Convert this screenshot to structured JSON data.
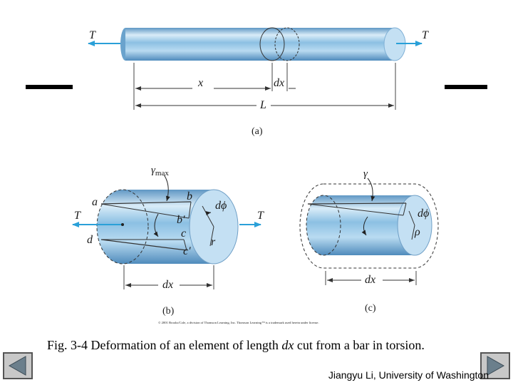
{
  "labels": {
    "T": "T",
    "x": "x",
    "dx": "dx",
    "L": "L",
    "a": "a",
    "b": "b",
    "b_prime": "b′",
    "c": "c",
    "c_prime": "c′",
    "d": "d",
    "r": "r",
    "rho": "ρ",
    "gamma": "γ",
    "gamma_max_symbol": "γ",
    "gamma_max_sub": "max",
    "dphi": "dϕ",
    "panel_a": "(a)",
    "panel_b": "(b)",
    "panel_c": "(c)"
  },
  "copyright": "© 2001 Brooks/Cole, a division of Thomson Learning, Inc. Thomson Learning™ is a trademark used herein under license.",
  "caption": {
    "prefix": "Fig. 3-4  Deformation of an element of length ",
    "var": "dx",
    "suffix": " cut from a bar in torsion."
  },
  "footer": "Jiangyu Li, University of Washington",
  "colors": {
    "arrow": "#2aa0d8",
    "bar_light": "#e3f1fb",
    "bar_mid": "#8fc2e4",
    "bar_dark": "#4e8dbe",
    "end_face": "#c4e0f3"
  },
  "icons": {
    "prev": "triangle-left-icon",
    "next": "triangle-right-icon"
  }
}
